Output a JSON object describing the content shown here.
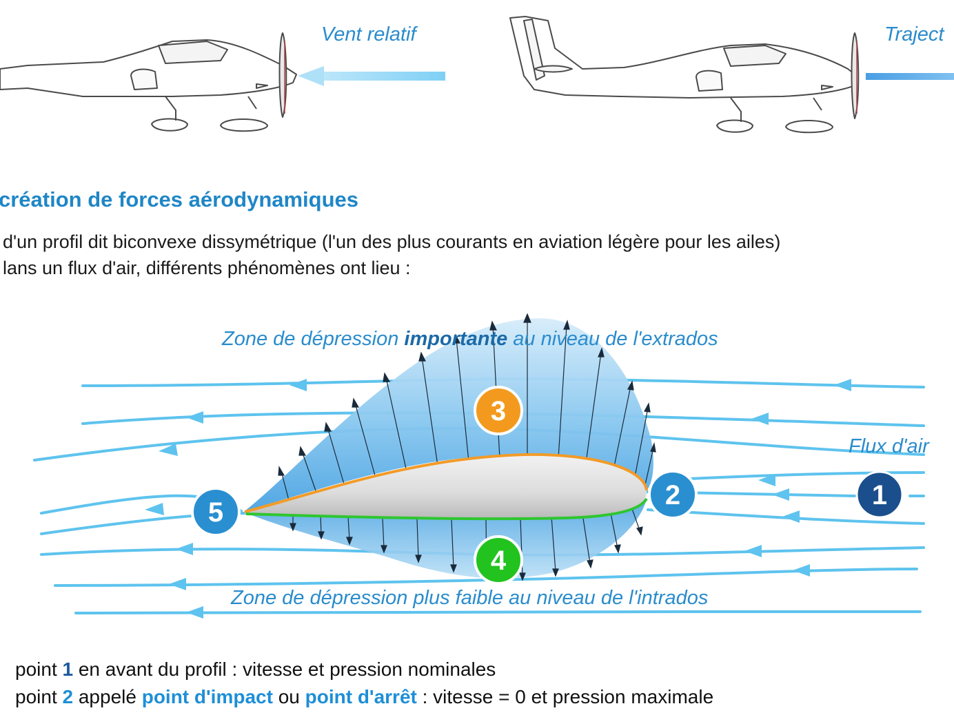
{
  "top_figure": {
    "left_caption": "Vent relatif",
    "right_caption": "Traject"
  },
  "section": {
    "title": "création de forces aérodynamiques",
    "paragraph_line1": "d'un profil dit biconvexe dissymétrique (l'un des plus courants en aviation légère pour les ailes)",
    "paragraph_line2": "lans un flux d'air, différents phénomènes ont lieu :"
  },
  "diagram": {
    "top_caption_prefix": "Zone de dépression ",
    "top_caption_bold": "importante",
    "top_caption_suffix": " au niveau de l'extrados",
    "bottom_caption": "Zone de dépression plus faible au niveau de l'intrados",
    "flow_label": "Flux d'air",
    "points": [
      {
        "label": "1",
        "color": "#1b4e8c"
      },
      {
        "label": "2",
        "color": "#2a8fd0"
      },
      {
        "label": "3",
        "color": "#f39a1e"
      },
      {
        "label": "4",
        "color": "#22c31e"
      },
      {
        "label": "5",
        "color": "#2a8fd0"
      }
    ],
    "colors": {
      "streamline": "#5ec3ee",
      "pressure_zone": "#7cc2ee",
      "extrados_line": "#f29b28",
      "intrados_line": "#2fc630"
    }
  },
  "list": {
    "line1_prefix": "point ",
    "line1_num": "1",
    "line1_suffix": " en avant du profil : vitesse et pression nominales",
    "line2_prefix": "point ",
    "line2_num": "2",
    "line2_mid1": " appelé ",
    "line2_term1": "point d'impact",
    "line2_mid2": " ou ",
    "line2_term2": "point d'arrêt",
    "line2_suffix": " : vitesse = 0 et pression maximale"
  }
}
